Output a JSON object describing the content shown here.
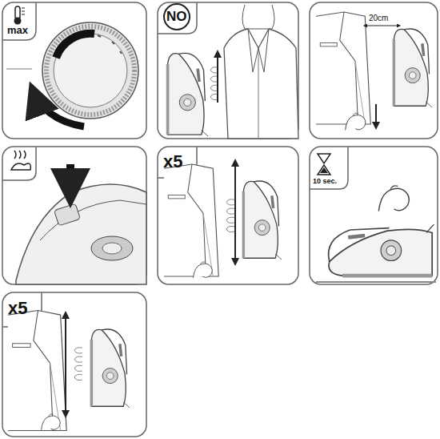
{
  "diagram": {
    "labels": [
      "max",
      "NO",
      "20cm",
      "x5",
      "10 sec.",
      "x5"
    ]
  }
}
